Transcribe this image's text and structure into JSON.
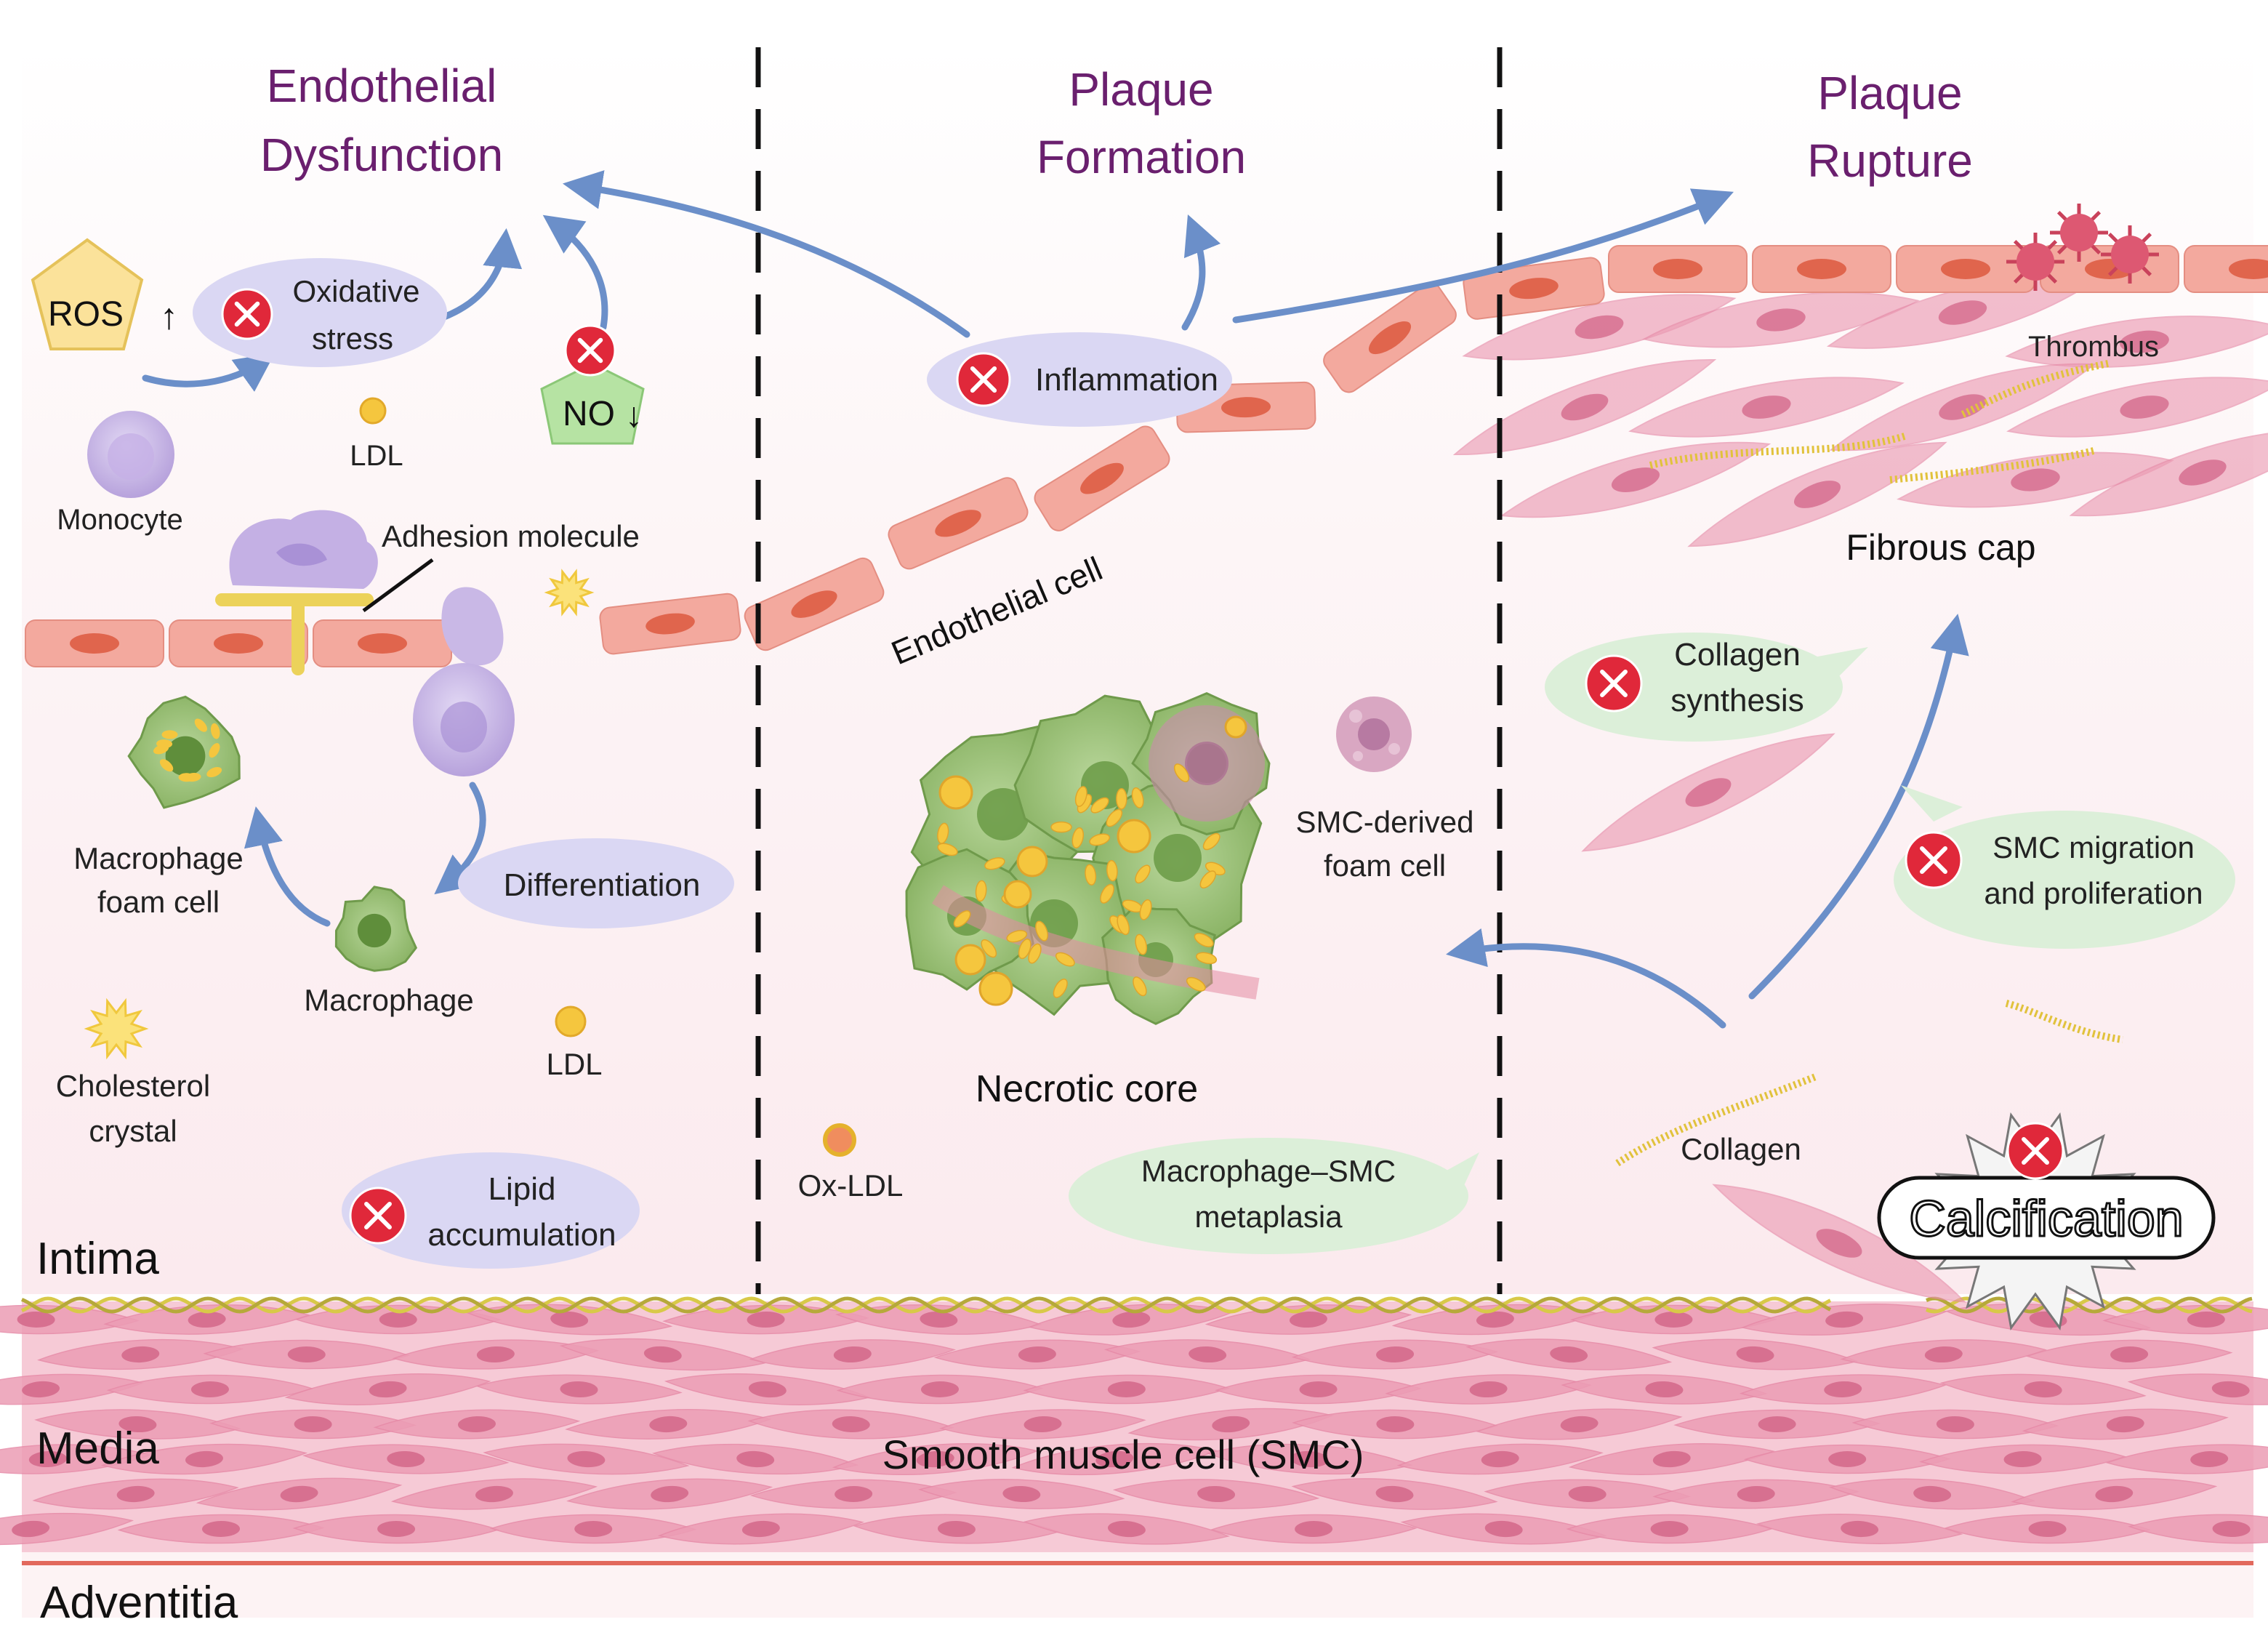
{
  "colors": {
    "title": "#6a1f6e",
    "arrow": "#6b8fc9",
    "intima_bg": "#fcf1f3",
    "endothelium": "#f3a99e",
    "endothelium_nucleus": "#e0654d",
    "media_bg": "#f6cad6",
    "smc": "#ec9db5",
    "smc_nucleus": "#d46a8c",
    "adventitia_line": "#e2685c",
    "lamina": "#d8c948",
    "inhibit": "#e0283a",
    "purple_bubble": "#dad7f3",
    "green_bubble": "#dcefd9",
    "foam": "#9ec47c",
    "lipid": "#f5c63e",
    "monocyte": "#c9b8e6"
  },
  "icons": [
    "inhibition-x-icon",
    "ros-pentagon-icon",
    "no-pentagon-icon",
    "monocyte-icon",
    "macrophage-icon",
    "foam-cell-icon",
    "ldl-particle-icon",
    "cholesterol-crystal-icon",
    "thrombus-icon",
    "calcification-burst-icon"
  ],
  "stages": {
    "endothelial_dysfunction": [
      "Endothelial",
      "Dysfunction"
    ],
    "plaque_formation": [
      "Plaque",
      "Formation"
    ],
    "plaque_rupture": [
      "Plaque",
      "Rupture"
    ]
  },
  "layers": {
    "intima": "Intima",
    "media": "Media",
    "adventitia": "Adventitia"
  },
  "labels": {
    "ros": "ROS",
    "ros_arrow": "↑",
    "oxidative_stress": [
      "Oxidative",
      "stress"
    ],
    "no": "NO",
    "no_arrow": "↓",
    "ldl_top": "LDL",
    "ldl_bottom": "LDL",
    "monocyte": "Monocyte",
    "adhesion_molecule": "Adhesion molecule",
    "inflammation": "Inflammation",
    "endothelial_cell": "Endothelial cell",
    "thrombus": "Thrombus",
    "fibrous_cap": "Fibrous cap",
    "macrophage_foam_cell": [
      "Macrophage",
      "foam cell"
    ],
    "differentiation": "Differentiation",
    "macrophage": "Macrophage",
    "cholesterol_crystal": [
      "Cholesterol",
      "crystal"
    ],
    "lipid_accumulation": [
      "Lipid",
      "accumulation"
    ],
    "necrotic_core": "Necrotic core",
    "smc_foam_cell": [
      "SMC-derived",
      "foam cell"
    ],
    "ox_ldl": "Ox-LDL",
    "macrophage_smc_metaplasia": [
      "Macrophage–SMC",
      "metaplasia"
    ],
    "collagen_synthesis": [
      "Collagen",
      "synthesis"
    ],
    "smc_migration": [
      "SMC migration",
      "and proliferation"
    ],
    "collagen": "Collagen",
    "calcification": "Calcification",
    "smooth_muscle_cell": "Smooth muscle cell (SMC)"
  }
}
